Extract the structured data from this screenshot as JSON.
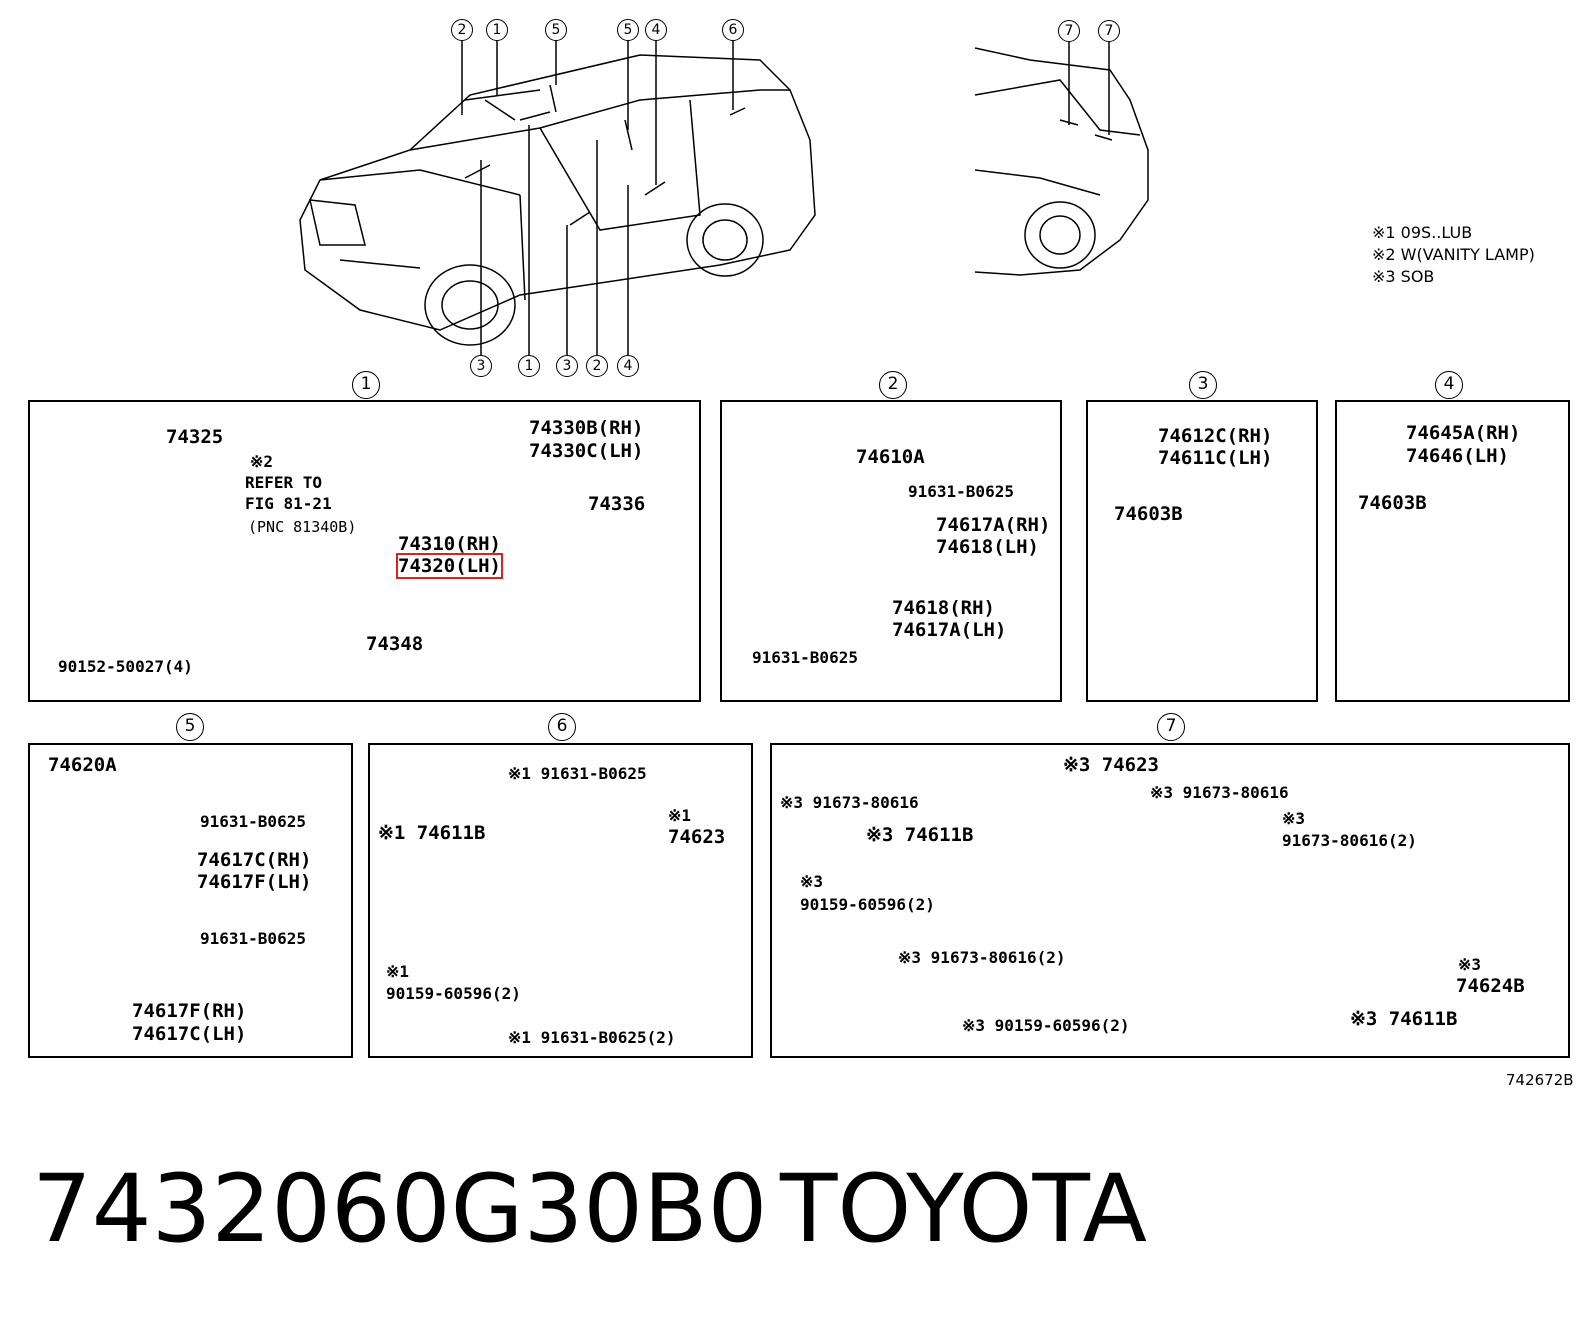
{
  "header": {
    "notes": [
      "※1 09S..LUB",
      "※2 W(VANITY LAMP)",
      "※3 SOB"
    ],
    "callouts_top_front": [
      "2",
      "1",
      "5",
      "5",
      "4",
      "6"
    ],
    "callouts_bottom_front": [
      "3",
      "1",
      "3",
      "2",
      "4"
    ],
    "callouts_top_rear": [
      "7",
      "7"
    ]
  },
  "panels": {
    "p1": {
      "num": "1",
      "labels": {
        "a": "74325",
        "b": "※2",
        "c": "REFER TO",
        "d": "FIG 81-21",
        "e": "(PNC 81340B)",
        "f": "74310(RH)",
        "g": "74320(LH)",
        "h": "74330B(RH)",
        "i": "74330C(LH)",
        "j": "74336",
        "k": "74348",
        "l": "90152-50027(4)"
      }
    },
    "p2": {
      "num": "2",
      "labels": {
        "a": "74610A",
        "b": "91631-B0625",
        "c": "74617A(RH)",
        "d": "74618(LH)",
        "e": "74618(RH)",
        "f": "74617A(LH)",
        "g": "91631-B0625"
      }
    },
    "p3": {
      "num": "3",
      "labels": {
        "a": "74612C(RH)",
        "b": "74611C(LH)",
        "c": "74603B"
      }
    },
    "p4": {
      "num": "4",
      "labels": {
        "a": "74645A(RH)",
        "b": "74646(LH)",
        "c": "74603B"
      }
    },
    "p5": {
      "num": "5",
      "labels": {
        "a": "74620A",
        "b": "91631-B0625",
        "c": "74617C(RH)",
        "d": "74617F(LH)",
        "e": "91631-B0625",
        "f": "74617F(RH)",
        "g": "74617C(LH)"
      }
    },
    "p6": {
      "num": "6",
      "labels": {
        "a": "※1 91631-B0625",
        "b": "※1",
        "c": "74623",
        "d": "※1 74611B",
        "e": "※1",
        "f": "90159-60596(2)",
        "g": "※1 91631-B0625(2)"
      }
    },
    "p7": {
      "num": "7",
      "labels": {
        "a": "※3 74623",
        "b": "※3 91673-80616",
        "c": "※3 91673-80616",
        "d": "※3",
        "e": "91673-80616(2)",
        "f": "※3 74611B",
        "g": "※3",
        "h": "90159-60596(2)",
        "i": "※3 91673-80616(2)",
        "j": "※3",
        "k": "74624B",
        "l": "※3 74611B",
        "m": "※3 90159-60596(2)"
      }
    }
  },
  "figure_code": "742672B",
  "footer": {
    "part_number": "7432060G30B0",
    "brand": "TOYOTA"
  }
}
